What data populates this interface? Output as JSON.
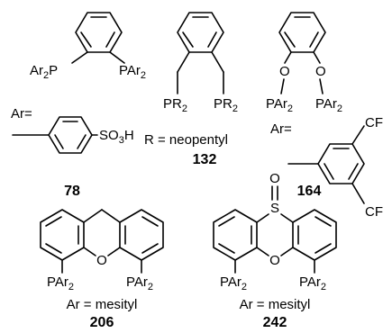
{
  "compounds": [
    {
      "number": "78",
      "note_prefix": "Ar=",
      "sulfonate": "SO",
      "sulfonate_sub": "3",
      "sulfonate_tail": "H"
    },
    {
      "number": "132",
      "note": "R = neopentyl"
    },
    {
      "number": "164",
      "note_prefix": "Ar=",
      "cf_top": "CF",
      "cf_bottom": "CF"
    },
    {
      "number": "206",
      "note": "Ar = mesityl"
    },
    {
      "number": "242",
      "note": "Ar = mesityl"
    }
  ],
  "labels": {
    "ar2p": "Ar",
    "ar2p_sub": "2",
    "ar2p_tail": "P",
    "par2": "PAr",
    "par2_sub": "2",
    "pr2": "PR",
    "pr2_sub": "2",
    "o": "O",
    "s": "S"
  }
}
